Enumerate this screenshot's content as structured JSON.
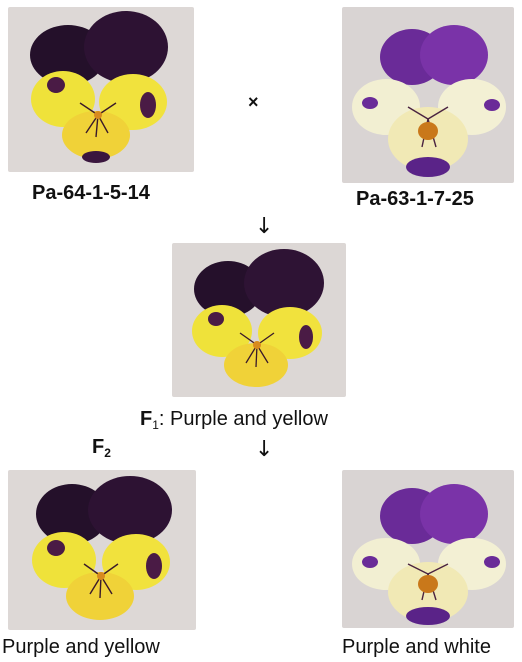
{
  "parent1": {
    "label": "Pa-64-1-5-14",
    "phenotype_colors": [
      "#2a0f2e",
      "#f2e23c"
    ]
  },
  "parent2": {
    "label": "Pa-63-1-7-25",
    "phenotype_colors": [
      "#6b2d9a",
      "#f3f0cf"
    ]
  },
  "cross_symbol": "×",
  "arrow_symbol": "↓",
  "f1": {
    "gen": "F",
    "gen_sub": "1",
    "text": ": Purple and yellow"
  },
  "f2": {
    "gen": "F",
    "gen_sub": "2"
  },
  "f2_left": {
    "label": "Purple and yellow"
  },
  "f2_right": {
    "label": "Purple and white"
  }
}
